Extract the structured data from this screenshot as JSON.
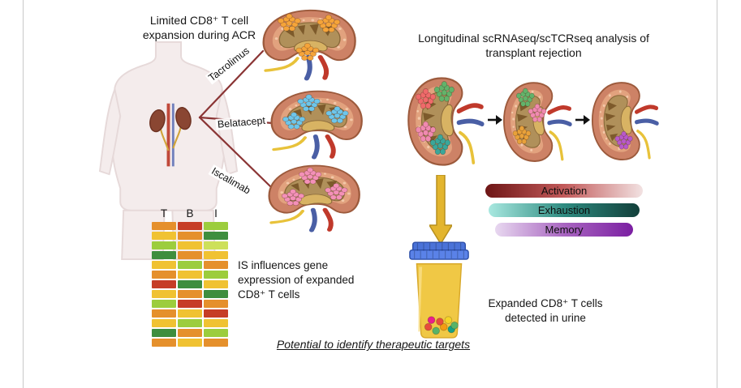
{
  "frame": {
    "border_color": "#c9c9c9"
  },
  "left": {
    "title": "Limited CD8⁺ T cell expansion during ACR",
    "kidneys": [
      {
        "drug": "Tacrolimus",
        "cluster_color": "#f5a43a"
      },
      {
        "drug": "Belatacept",
        "cluster_color": "#6ec6ea"
      },
      {
        "drug": "Iscalimab",
        "cluster_color": "#f491b8"
      }
    ],
    "heatmap": {
      "columns": [
        "T",
        "B",
        "I"
      ],
      "rows": [
        [
          "#e5902c",
          "#c63d27",
          "#9ccd3d"
        ],
        [
          "#f0c232",
          "#e5902c",
          "#3e8e3e"
        ],
        [
          "#9ccd3d",
          "#f0c232",
          "#cde05a"
        ],
        [
          "#3e8e3e",
          "#e5902c",
          "#f0c232"
        ],
        [
          "#f0c232",
          "#9ccd3d",
          "#e5902c"
        ],
        [
          "#e5902c",
          "#f0c232",
          "#9ccd3d"
        ],
        [
          "#c63d27",
          "#3e8e3e",
          "#f0c232"
        ],
        [
          "#f0c232",
          "#e5902c",
          "#3e8e3e"
        ],
        [
          "#9ccd3d",
          "#c63d27",
          "#e5902c"
        ],
        [
          "#e5902c",
          "#f0c232",
          "#c63d27"
        ],
        [
          "#f0c232",
          "#9ccd3d",
          "#f0c232"
        ],
        [
          "#3e8e3e",
          "#e5902c",
          "#9ccd3d"
        ],
        [
          "#e5902c",
          "#f0c232",
          "#e5902c"
        ]
      ]
    },
    "caption": "IS influences gene expression of expanded CD8⁺ T cells"
  },
  "right": {
    "title": "Longitudinal scRNAseq/scTCRseq analysis of transplant rejection",
    "kidneys": [
      {
        "clusters": [
          "#ef6a6a",
          "#63b36a",
          "#f08ab0",
          "#3aa79a"
        ]
      },
      {
        "clusters": [
          "#63b36a",
          "#f08ab0",
          "#e8a13a"
        ]
      },
      {
        "clusters": [
          "#b85ac8"
        ]
      }
    ],
    "legend": [
      {
        "label": "Activation",
        "stops": [
          "#6e1616",
          "#c25a5a",
          "#f2e2e2"
        ]
      },
      {
        "label": "Exhaustion",
        "stops": [
          "#a8e8e0",
          "#2e8b80",
          "#123f3a"
        ]
      },
      {
        "label": "Memory",
        "stops": [
          "#e8d8f0",
          "#a865c0",
          "#7b1fa2"
        ]
      }
    ],
    "urine_dots": [
      "#e74c3c",
      "#58b368",
      "#f39c12",
      "#16a085",
      "#e91e8c",
      "#e74c3c",
      "#f5d327",
      "#58b368"
    ],
    "urine_caption": "Expanded CD8⁺ T cells detected in urine"
  },
  "footer": "Potential to identify therapeutic targets"
}
